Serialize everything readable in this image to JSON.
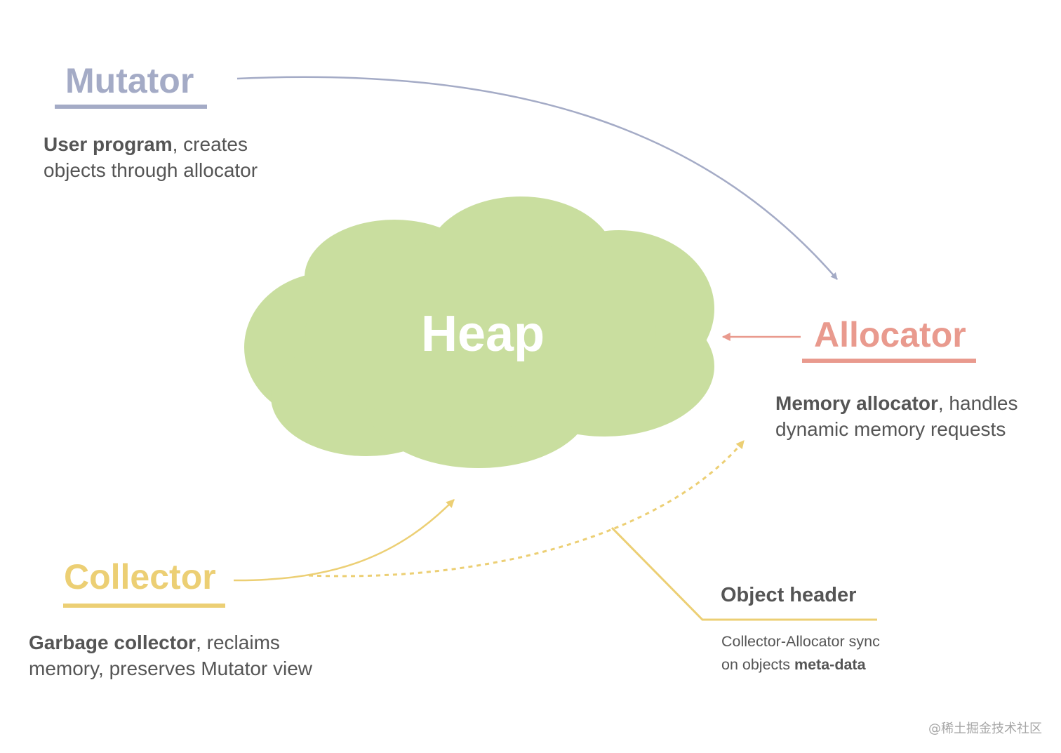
{
  "colors": {
    "mutator": "#a4abc6",
    "allocator": "#e99a8e",
    "collector": "#eccf74",
    "heap": "#c9de9f",
    "text": "#555555",
    "watermark": "#a6a6a6"
  },
  "heap": {
    "label": "Heap"
  },
  "mutator": {
    "title": "Mutator",
    "desc_bold": "User program",
    "desc_rest": ", creates",
    "desc_line2": "objects through allocator"
  },
  "allocator": {
    "title": "Allocator",
    "desc_bold": "Memory allocator",
    "desc_rest": ", handles",
    "desc_line2": "dynamic memory requests"
  },
  "collector": {
    "title": "Collector",
    "desc_bold": "Garbage collector",
    "desc_rest": ", reclaims",
    "desc_line2": "memory, preserves Mutator view"
  },
  "object_header": {
    "title": "Object header",
    "line1": "Collector-Allocator sync",
    "line2_prefix": "on objects ",
    "line2_bold": "meta-data"
  },
  "watermark": "@稀土掘金技术社区"
}
